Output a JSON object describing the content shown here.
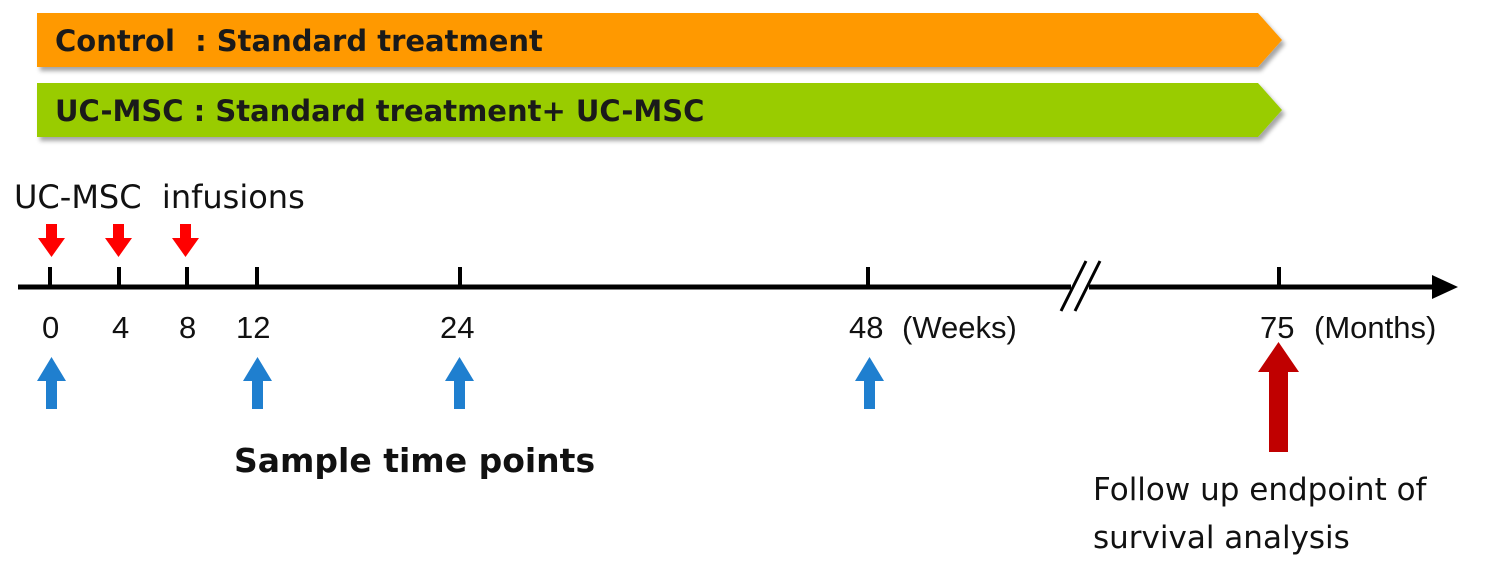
{
  "arms": {
    "control": {
      "text": "Control  : Standard treatment",
      "color": "#ff9900"
    },
    "ucmsc": {
      "text": "UC-MSC : Standard treatment+ UC-MSC",
      "color": "#99cc00"
    }
  },
  "infusions": {
    "label": "UC-MSC  infusions",
    "color": "#ff0000"
  },
  "timeline": {
    "ticks": [
      "0",
      "4",
      "8",
      "12",
      "24",
      "48",
      "75"
    ],
    "week_unit": "(Weeks)",
    "month_unit": "(Months)"
  },
  "sampling": {
    "label": "Sample time points",
    "color": "#1f7fcf"
  },
  "endpoint": {
    "line1": "Follow up endpoint of",
    "line2": "survival analysis",
    "color": "#c00000"
  }
}
